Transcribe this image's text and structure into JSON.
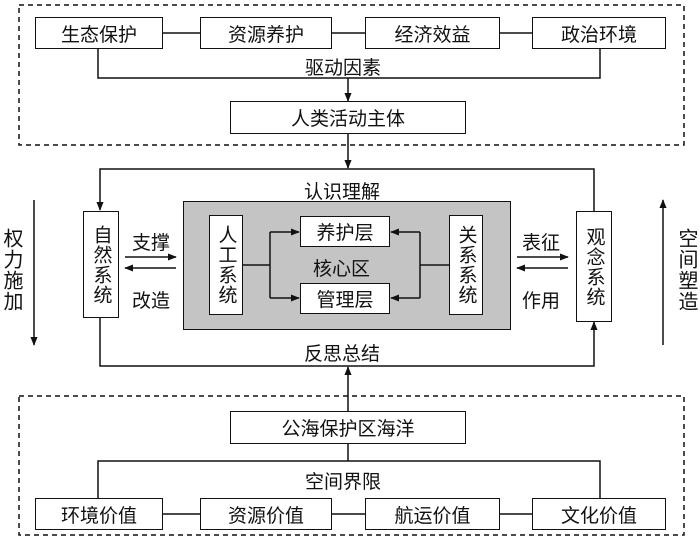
{
  "drivers": {
    "items": [
      "生态保护",
      "资源养护",
      "经济效益",
      "政治环境"
    ],
    "label": "驱动因素"
  },
  "actor": "人类活动主体",
  "cycle": {
    "top_label": "认识理解",
    "bottom_label": "反思总结"
  },
  "core": {
    "left_box": "人工系统",
    "right_box": "关系系统",
    "upper_layer": "养护层",
    "lower_layer": "管理层",
    "center_label": "核心区"
  },
  "natural_system": "自然系统",
  "concept_system": "观念系统",
  "left_arrows": {
    "top": "支撑",
    "bottom": "改造"
  },
  "right_arrows": {
    "top": "表征",
    "bottom": "作用"
  },
  "side_labels": {
    "left": "权力施加",
    "right": "空间塑造"
  },
  "ocean": "公海保护区海洋",
  "space": {
    "label": "空间界限",
    "items": [
      "环境价值",
      "资源价值",
      "航运价值",
      "文化价值"
    ]
  }
}
